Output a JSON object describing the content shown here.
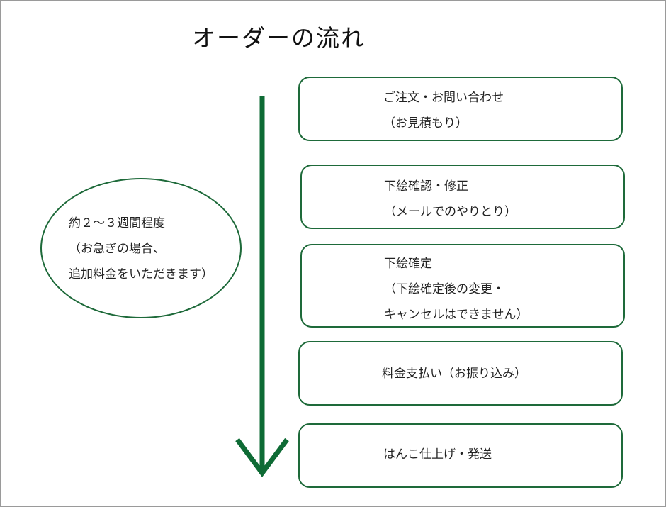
{
  "title": "オーダーの流れ",
  "colors": {
    "border": "#1e6a3a",
    "arrow": "#0e6b35",
    "text": "#222222"
  },
  "note": {
    "lines": [
      "約２〜３週間程度",
      "（お急ぎの場合、",
      "追加料金をいただきます）"
    ]
  },
  "steps": [
    {
      "lines": [
        "ご注文・お問い合わせ",
        "（お見積もり）"
      ]
    },
    {
      "lines": [
        "下絵確認・修正",
        "（メールでのやりとり）"
      ]
    },
    {
      "lines": [
        "下絵確定",
        "（下絵確定後の変更・",
        "キャンセルはできません）"
      ]
    },
    {
      "lines": [
        "料金支払い（お振り込み）"
      ]
    },
    {
      "lines": [
        "はんこ仕上げ・発送"
      ]
    }
  ]
}
